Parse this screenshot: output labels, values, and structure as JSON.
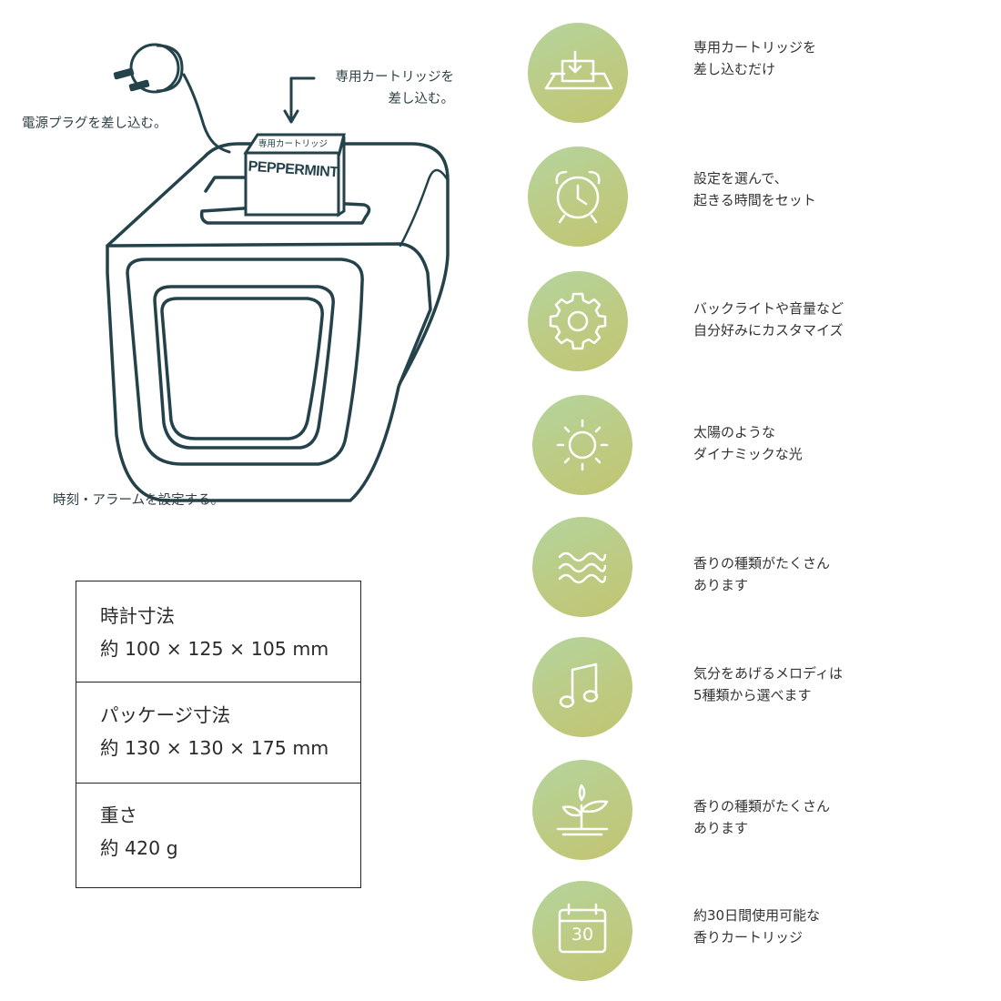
{
  "illustration": {
    "callout_plug": "電源プラグを差し込む。",
    "callout_cartridge": [
      "専用カートリッジを",
      "差し込む。"
    ],
    "callout_clock": "時刻・アラームを設定する。",
    "cartridge_label": "専用カートリッジ",
    "cartridge_name": "PEPPERMINT",
    "line_color": "#24424a"
  },
  "specs": [
    {
      "label": "時計寸法",
      "value": "約 100 × 125 × 105 mm"
    },
    {
      "label": "パッケージ寸法",
      "value": "約 130 × 130 × 175 mm"
    },
    {
      "label": "重さ",
      "value": "約 420 g"
    }
  ],
  "features": [
    {
      "icon": "cartridge-insert-icon",
      "lines": [
        "専用カートリッジを",
        "差し込むだけ"
      ]
    },
    {
      "icon": "alarm-clock-icon",
      "lines": [
        "設定を選んで、",
        "起きる時間をセット"
      ]
    },
    {
      "icon": "gear-icon",
      "lines": [
        "バックライトや音量など",
        "自分好みにカスタマイズ"
      ]
    },
    {
      "icon": "sun-icon",
      "lines": [
        "太陽のような",
        "ダイナミックな光"
      ]
    },
    {
      "icon": "waves-icon",
      "lines": [
        "香りの種類がたくさん",
        "あります"
      ]
    },
    {
      "icon": "music-note-icon",
      "lines": [
        "気分をあげるメロディは",
        "5種類から選べます"
      ]
    },
    {
      "icon": "sprout-icon",
      "lines": [
        "香りの種類がたくさん",
        "あります"
      ]
    },
    {
      "icon": "calendar-icon",
      "lines": [
        "約30日間使用可能な",
        "香りカートリッジ"
      ],
      "calendar_day": "30"
    }
  ],
  "colors": {
    "icon_gradient_start": "#b4d49e",
    "icon_gradient_end": "#c2c470",
    "icon_stroke": "#ffffff",
    "text": "#333333"
  }
}
